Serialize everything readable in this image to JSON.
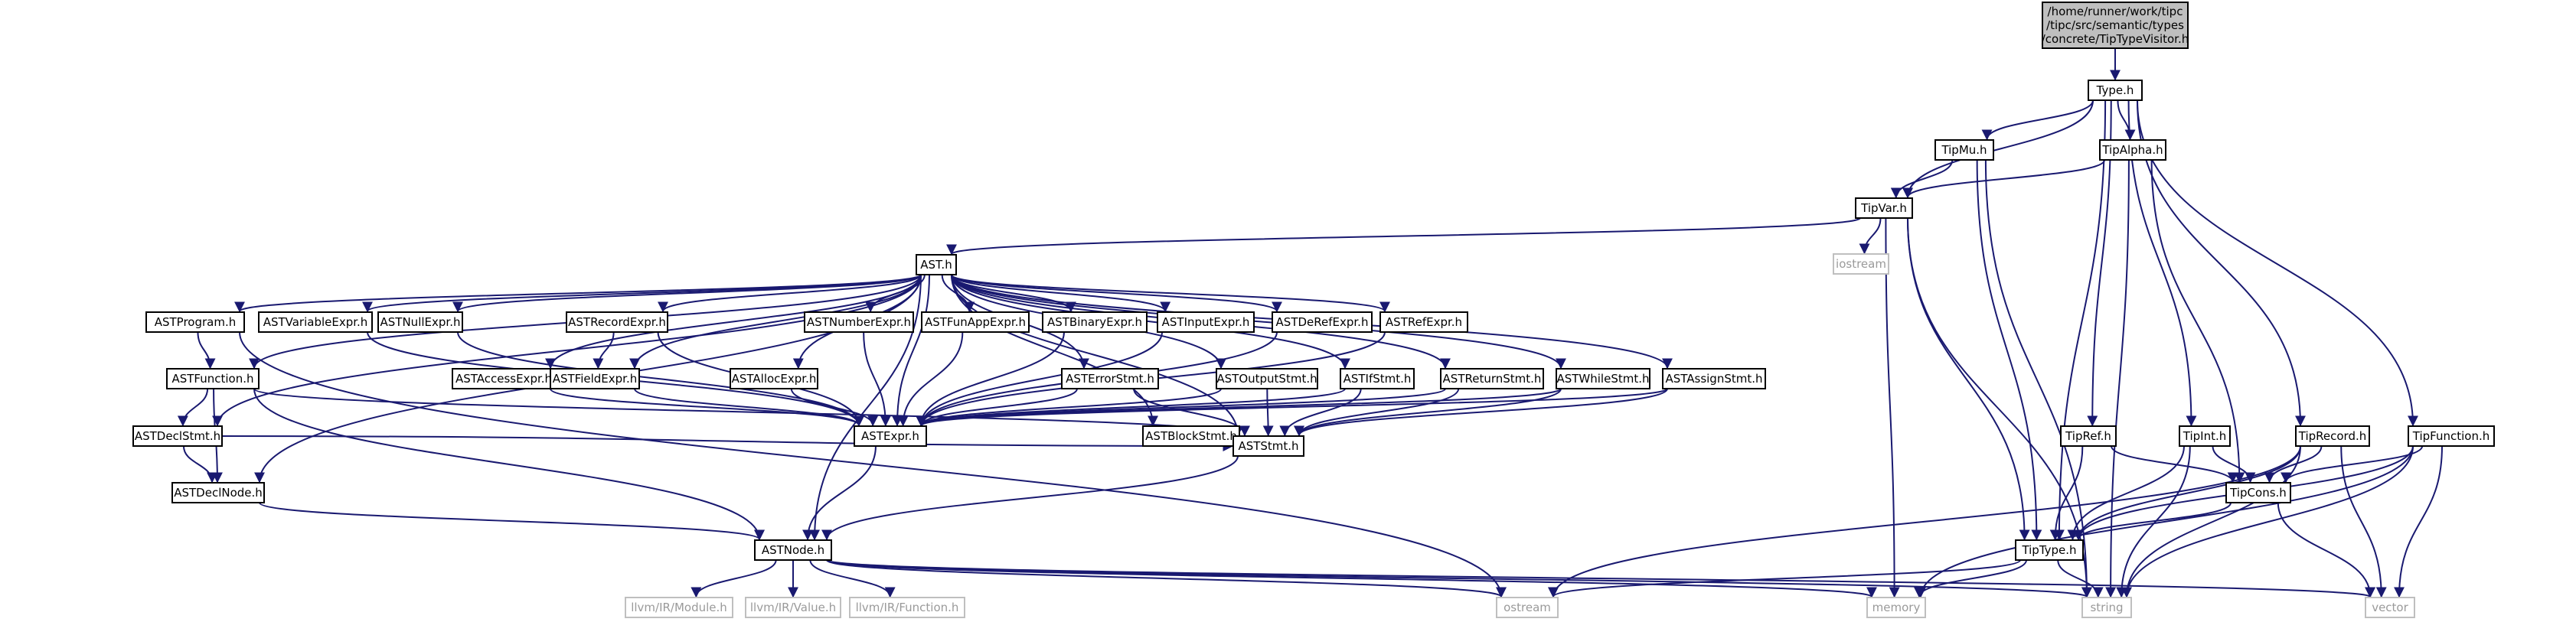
{
  "graph": {
    "edge_color": "#191970",
    "root_fill": "#bfbfbf",
    "system_border": "#bfbfbf",
    "nodes": [
      {
        "id": "root",
        "kind": "root",
        "lines": [
          "/home/runner/work/tipc",
          "/tipc/src/semantic/types",
          "/concrete/TipTypeVisitor.h"
        ]
      },
      {
        "id": "type",
        "kind": "local",
        "lines": [
          "Type.h"
        ]
      },
      {
        "id": "tipmu",
        "kind": "local",
        "lines": [
          "TipMu.h"
        ]
      },
      {
        "id": "tipalpha",
        "kind": "local",
        "lines": [
          "TipAlpha.h"
        ]
      },
      {
        "id": "tipvar",
        "kind": "local",
        "lines": [
          "TipVar.h"
        ]
      },
      {
        "id": "iostream",
        "kind": "sys",
        "lines": [
          "iostream"
        ]
      },
      {
        "id": "ast",
        "kind": "local",
        "lines": [
          "AST.h"
        ]
      },
      {
        "id": "astprogram",
        "kind": "local",
        "lines": [
          "ASTProgram.h"
        ]
      },
      {
        "id": "astvariableexpr",
        "kind": "local",
        "lines": [
          "ASTVariableExpr.h"
        ]
      },
      {
        "id": "astnullexpr",
        "kind": "local",
        "lines": [
          "ASTNullExpr.h"
        ]
      },
      {
        "id": "astrecordexpr",
        "kind": "local",
        "lines": [
          "ASTRecordExpr.h"
        ]
      },
      {
        "id": "astnumberexpr",
        "kind": "local",
        "lines": [
          "ASTNumberExpr.h"
        ]
      },
      {
        "id": "astfunappexpr",
        "kind": "local",
        "lines": [
          "ASTFunAppExpr.h"
        ]
      },
      {
        "id": "astbinaryexpr",
        "kind": "local",
        "lines": [
          "ASTBinaryExpr.h"
        ]
      },
      {
        "id": "astinputexpr",
        "kind": "local",
        "lines": [
          "ASTInputExpr.h"
        ]
      },
      {
        "id": "astderefexpr",
        "kind": "local",
        "lines": [
          "ASTDeRefExpr.h"
        ]
      },
      {
        "id": "astrefexpr",
        "kind": "local",
        "lines": [
          "ASTRefExpr.h"
        ]
      },
      {
        "id": "astfunction",
        "kind": "local",
        "lines": [
          "ASTFunction.h"
        ]
      },
      {
        "id": "astaccessexpr",
        "kind": "local",
        "lines": [
          "ASTAccessExpr.h"
        ]
      },
      {
        "id": "astfieldexpr",
        "kind": "local",
        "lines": [
          "ASTFieldExpr.h"
        ]
      },
      {
        "id": "astallocexpr",
        "kind": "local",
        "lines": [
          "ASTAllocExpr.h"
        ]
      },
      {
        "id": "asterrorstmt",
        "kind": "local",
        "lines": [
          "ASTErrorStmt.h"
        ]
      },
      {
        "id": "astoutputstmt",
        "kind": "local",
        "lines": [
          "ASTOutputStmt.h"
        ]
      },
      {
        "id": "astifstmt",
        "kind": "local",
        "lines": [
          "ASTIfStmt.h"
        ]
      },
      {
        "id": "astreturnstmt",
        "kind": "local",
        "lines": [
          "ASTReturnStmt.h"
        ]
      },
      {
        "id": "astwhilestmt",
        "kind": "local",
        "lines": [
          "ASTWhileStmt.h"
        ]
      },
      {
        "id": "astassignstmt",
        "kind": "local",
        "lines": [
          "ASTAssignStmt.h"
        ]
      },
      {
        "id": "astdeclstmt",
        "kind": "local",
        "lines": [
          "ASTDeclStmt.h"
        ]
      },
      {
        "id": "astexpr",
        "kind": "local",
        "lines": [
          "ASTExpr.h"
        ]
      },
      {
        "id": "astblockstmt",
        "kind": "local",
        "lines": [
          "ASTBlockStmt.h"
        ]
      },
      {
        "id": "astdeclnode",
        "kind": "local",
        "lines": [
          "ASTDeclNode.h"
        ]
      },
      {
        "id": "aststmt",
        "kind": "local",
        "lines": [
          "ASTStmt.h"
        ]
      },
      {
        "id": "astnode",
        "kind": "local",
        "lines": [
          "ASTNode.h"
        ]
      },
      {
        "id": "llvmmodule",
        "kind": "sys",
        "lines": [
          "llvm/IR/Module.h"
        ]
      },
      {
        "id": "llvmvalue",
        "kind": "sys",
        "lines": [
          "llvm/IR/Value.h"
        ]
      },
      {
        "id": "llvmfunction",
        "kind": "sys",
        "lines": [
          "llvm/IR/Function.h"
        ]
      },
      {
        "id": "ostream",
        "kind": "sys",
        "lines": [
          "ostream"
        ]
      },
      {
        "id": "memory",
        "kind": "sys",
        "lines": [
          "memory"
        ]
      },
      {
        "id": "string",
        "kind": "sys",
        "lines": [
          "string"
        ]
      },
      {
        "id": "vector",
        "kind": "sys",
        "lines": [
          "vector"
        ]
      },
      {
        "id": "tipref",
        "kind": "local",
        "lines": [
          "TipRef.h"
        ]
      },
      {
        "id": "tipint",
        "kind": "local",
        "lines": [
          "TipInt.h"
        ]
      },
      {
        "id": "tiprecord",
        "kind": "local",
        "lines": [
          "TipRecord.h"
        ]
      },
      {
        "id": "tipfunction",
        "kind": "local",
        "lines": [
          "TipFunction.h"
        ]
      },
      {
        "id": "tipcons",
        "kind": "local",
        "lines": [
          "TipCons.h"
        ]
      },
      {
        "id": "tiptype",
        "kind": "local",
        "lines": [
          "TipType.h"
        ]
      }
    ],
    "edges": [
      [
        "root",
        "type"
      ],
      [
        "type",
        "tipmu"
      ],
      [
        "type",
        "tipalpha"
      ],
      [
        "type",
        "tipvar"
      ],
      [
        "type",
        "tiptype"
      ],
      [
        "type",
        "tipref"
      ],
      [
        "type",
        "tipint"
      ],
      [
        "type",
        "tiprecord"
      ],
      [
        "type",
        "tipfunction"
      ],
      [
        "tipmu",
        "tipvar"
      ],
      [
        "tipmu",
        "tiptype"
      ],
      [
        "tipmu",
        "string"
      ],
      [
        "tipalpha",
        "tipvar"
      ],
      [
        "tipalpha",
        "tipcons"
      ],
      [
        "tipalpha",
        "string"
      ],
      [
        "tipvar",
        "ast"
      ],
      [
        "tipvar",
        "iostream"
      ],
      [
        "tipvar",
        "tiptype"
      ],
      [
        "tipvar",
        "memory"
      ],
      [
        "tipvar",
        "string"
      ],
      [
        "ast",
        "astprogram"
      ],
      [
        "ast",
        "astvariableexpr"
      ],
      [
        "ast",
        "astnullexpr"
      ],
      [
        "ast",
        "astrecordexpr"
      ],
      [
        "ast",
        "astnumberexpr"
      ],
      [
        "ast",
        "astfunappexpr"
      ],
      [
        "ast",
        "astbinaryexpr"
      ],
      [
        "ast",
        "astinputexpr"
      ],
      [
        "ast",
        "astderefexpr"
      ],
      [
        "ast",
        "astrefexpr"
      ],
      [
        "ast",
        "astfunction"
      ],
      [
        "ast",
        "astaccessexpr"
      ],
      [
        "ast",
        "astfieldexpr"
      ],
      [
        "ast",
        "astallocexpr"
      ],
      [
        "ast",
        "asterrorstmt"
      ],
      [
        "ast",
        "astoutputstmt"
      ],
      [
        "ast",
        "astifstmt"
      ],
      [
        "ast",
        "astreturnstmt"
      ],
      [
        "ast",
        "astwhilestmt"
      ],
      [
        "ast",
        "astassignstmt"
      ],
      [
        "ast",
        "astdeclstmt"
      ],
      [
        "ast",
        "astexpr"
      ],
      [
        "ast",
        "astblockstmt"
      ],
      [
        "ast",
        "astdeclnode"
      ],
      [
        "ast",
        "aststmt"
      ],
      [
        "ast",
        "astnode"
      ],
      [
        "astprogram",
        "astfunction"
      ],
      [
        "astprogram",
        "ostream"
      ],
      [
        "astvariableexpr",
        "astexpr"
      ],
      [
        "astnullexpr",
        "astexpr"
      ],
      [
        "astrecordexpr",
        "astfieldexpr"
      ],
      [
        "astrecordexpr",
        "astexpr"
      ],
      [
        "astnumberexpr",
        "astexpr"
      ],
      [
        "astfunappexpr",
        "astexpr"
      ],
      [
        "astbinaryexpr",
        "astexpr"
      ],
      [
        "astinputexpr",
        "astexpr"
      ],
      [
        "astderefexpr",
        "astexpr"
      ],
      [
        "astrefexpr",
        "astexpr"
      ],
      [
        "astfunction",
        "astdeclstmt"
      ],
      [
        "astfunction",
        "astdeclnode"
      ],
      [
        "astfunction",
        "aststmt"
      ],
      [
        "astfunction",
        "astnode"
      ],
      [
        "astaccessexpr",
        "astexpr"
      ],
      [
        "astfieldexpr",
        "astexpr"
      ],
      [
        "astallocexpr",
        "astexpr"
      ],
      [
        "asterrorstmt",
        "astexpr"
      ],
      [
        "asterrorstmt",
        "aststmt"
      ],
      [
        "astoutputstmt",
        "astexpr"
      ],
      [
        "astoutputstmt",
        "aststmt"
      ],
      [
        "astifstmt",
        "astexpr"
      ],
      [
        "astifstmt",
        "aststmt"
      ],
      [
        "astreturnstmt",
        "astexpr"
      ],
      [
        "astreturnstmt",
        "aststmt"
      ],
      [
        "astwhilestmt",
        "astexpr"
      ],
      [
        "astwhilestmt",
        "aststmt"
      ],
      [
        "astassignstmt",
        "astexpr"
      ],
      [
        "astassignstmt",
        "aststmt"
      ],
      [
        "astdeclstmt",
        "astdeclnode"
      ],
      [
        "astdeclstmt",
        "aststmt"
      ],
      [
        "astexpr",
        "astnode"
      ],
      [
        "astblockstmt",
        "aststmt"
      ],
      [
        "astdeclnode",
        "astnode"
      ],
      [
        "aststmt",
        "astnode"
      ],
      [
        "astnode",
        "llvmmodule"
      ],
      [
        "astnode",
        "llvmvalue"
      ],
      [
        "astnode",
        "llvmfunction"
      ],
      [
        "astnode",
        "ostream"
      ],
      [
        "astnode",
        "memory"
      ],
      [
        "astnode",
        "string"
      ],
      [
        "astnode",
        "vector"
      ],
      [
        "tipref",
        "tipcons"
      ],
      [
        "tipref",
        "tiptype"
      ],
      [
        "tipint",
        "tipcons"
      ],
      [
        "tipint",
        "tiptype"
      ],
      [
        "tipint",
        "string"
      ],
      [
        "tiprecord",
        "tipcons"
      ],
      [
        "tiprecord",
        "tiptype"
      ],
      [
        "tiprecord",
        "ostream"
      ],
      [
        "tiprecord",
        "string"
      ],
      [
        "tiprecord",
        "vector"
      ],
      [
        "tipfunction",
        "tipcons"
      ],
      [
        "tipfunction",
        "tiptype"
      ],
      [
        "tipfunction",
        "memory"
      ],
      [
        "tipfunction",
        "string"
      ],
      [
        "tipfunction",
        "vector"
      ],
      [
        "tipcons",
        "tiptype"
      ],
      [
        "tipcons",
        "vector"
      ],
      [
        "tiptype",
        "ostream"
      ],
      [
        "tiptype",
        "memory"
      ],
      [
        "tiptype",
        "string"
      ]
    ]
  }
}
